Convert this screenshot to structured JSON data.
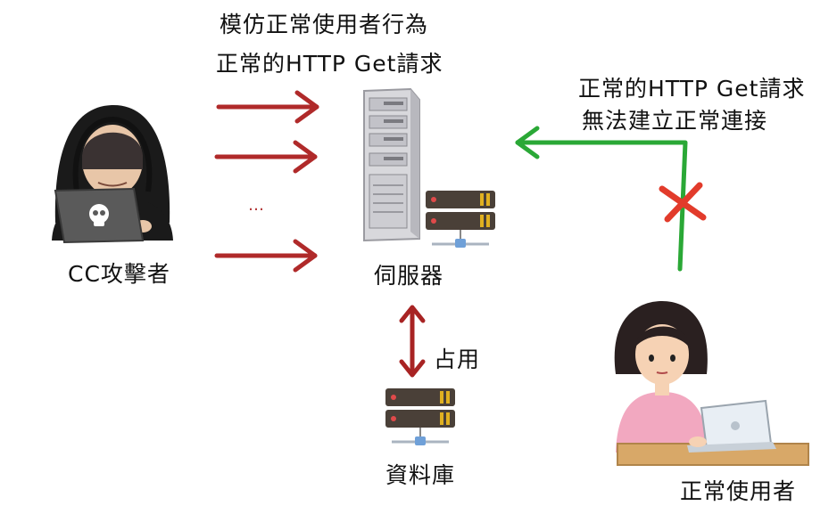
{
  "labels": {
    "mimic_line1": "模仿正常使用者行為",
    "mimic_line2": "正常的HTTP Get請求",
    "attacker": "CC攻擊者",
    "server": "伺服器",
    "occupy": "占用",
    "database": "資料庫",
    "user_line1": "正常的HTTP Get請求",
    "user_line2": "無法建立正常連接",
    "user": "正常使用者",
    "ellipsis": "…"
  },
  "colors": {
    "attack_arrow": "#b02a2a",
    "occupy_arrow": "#a82323",
    "user_arrow": "#2aa836",
    "block_mark": "#e23b2b",
    "hood": "#1a1a1a",
    "laptop_dark": "#5a5a5a",
    "server_body": "#d8d8dc",
    "db_unit": "#4a4038",
    "db_light": "#e0b020",
    "hair": "#2a2020",
    "sweater": "#f2a8c0",
    "desk": "#d8a868",
    "laptop_light": "#e8eef4"
  },
  "icons": [
    "hacker-icon",
    "server-tower-icon",
    "server-rack-icon",
    "database-icon",
    "user-icon",
    "blocked-x-icon"
  ]
}
